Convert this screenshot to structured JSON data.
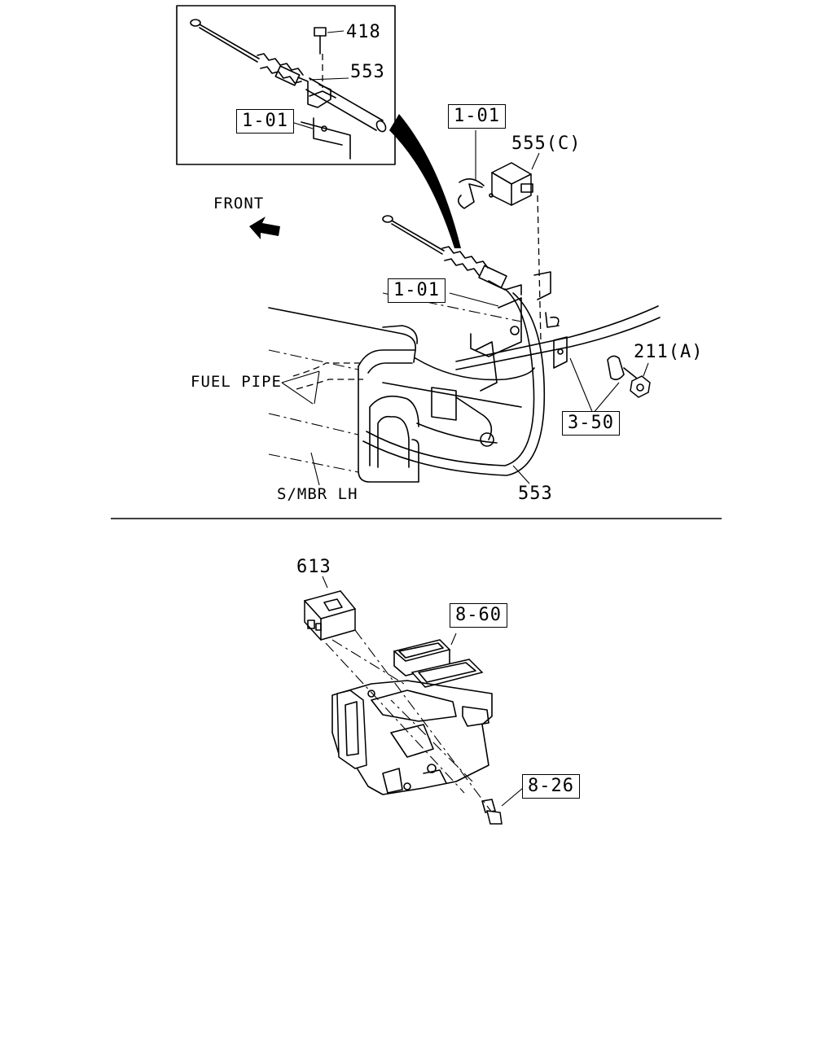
{
  "labels": {
    "inset_bolt": "418",
    "inset_cable": "553",
    "inset_ref": "1-01",
    "top_ref": "1-01",
    "bracket": "555(C)",
    "front": "FRONT",
    "cable_ref": "1-01",
    "nut": "211(A)",
    "fuel_pipe": "FUEL PIPE",
    "clip_ref": "3-50",
    "cable_main": "553",
    "side_member": "S/MBR LH",
    "module": "613",
    "duct_ref": "8-60",
    "screw_ref": "8-26"
  },
  "icons": {
    "front_arrow": "arrow-left-icon"
  }
}
